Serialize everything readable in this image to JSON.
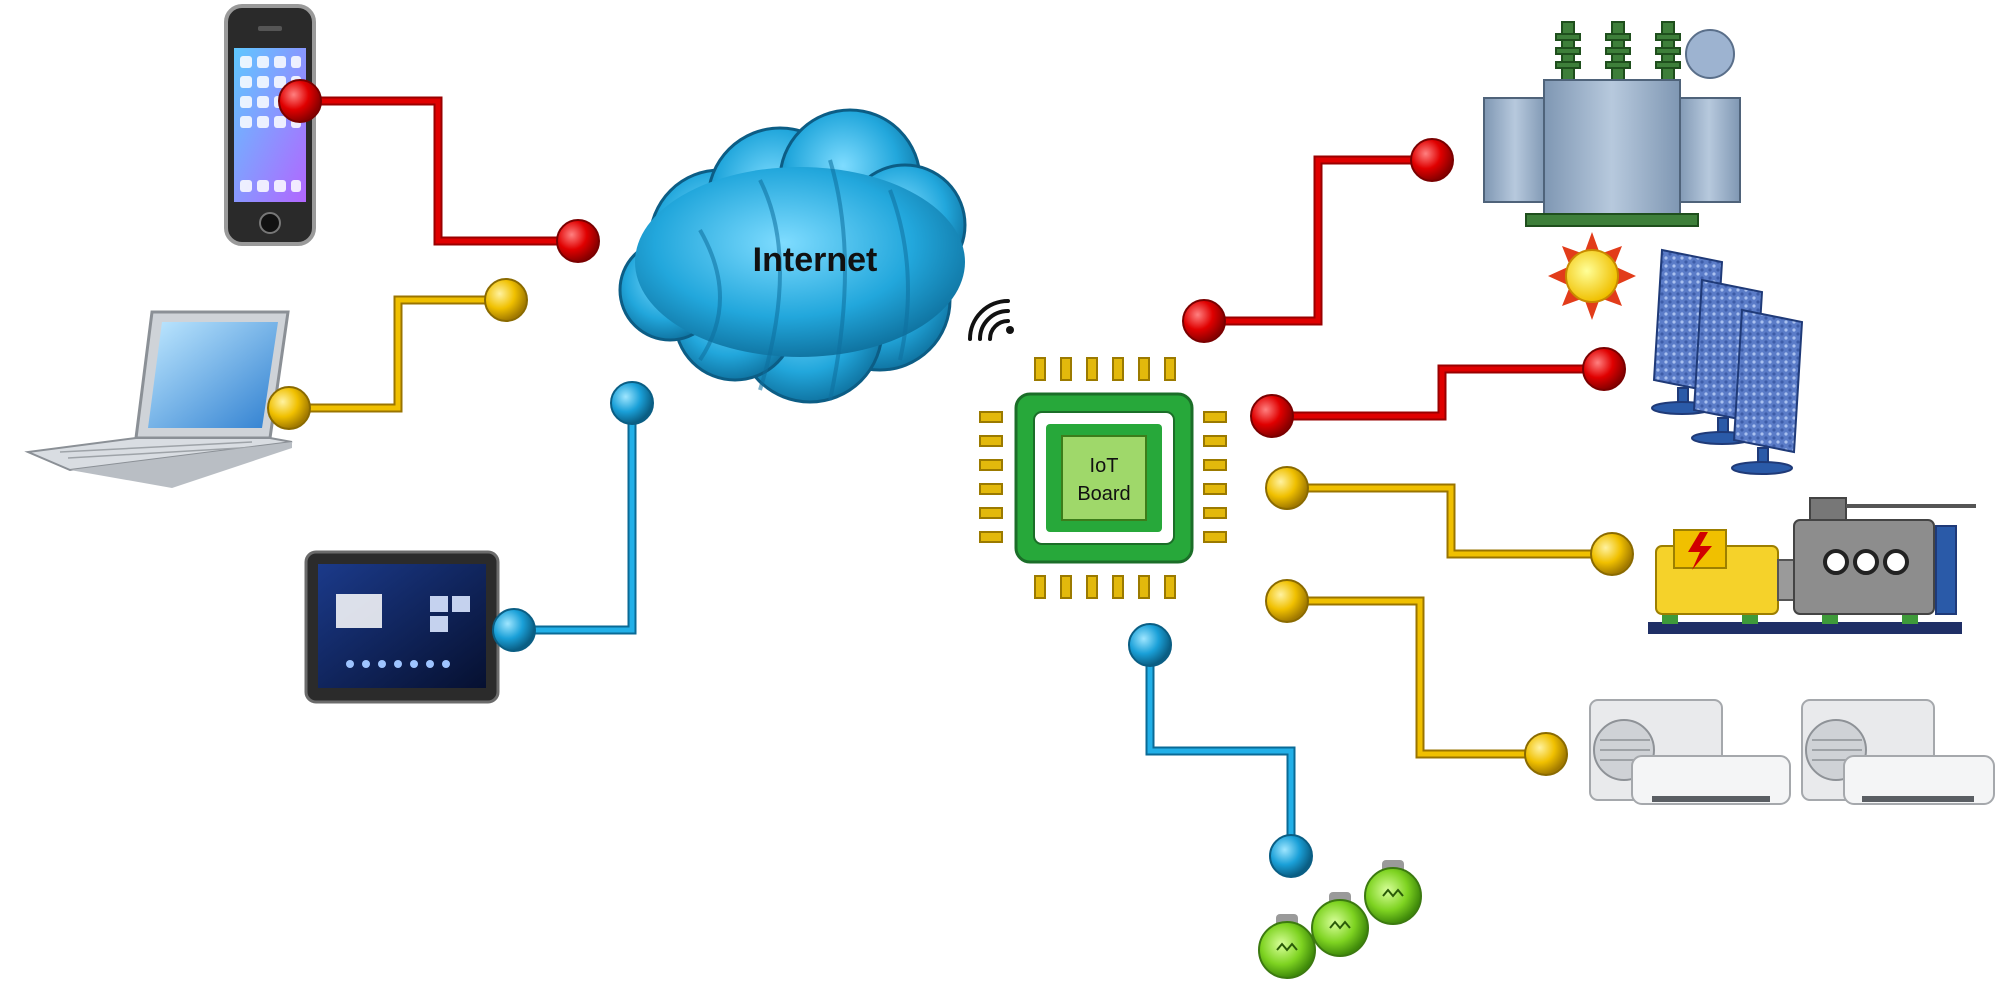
{
  "diagram": {
    "cloud_label": "Internet",
    "board_label_line1": "IoT",
    "board_label_line2": "Board"
  },
  "colors": {
    "red_link": "#d40000",
    "gold_link": "#e6b000",
    "blue_link": "#1aa0d8",
    "cloud": "#22a7dc",
    "chip_green": "#27a83a",
    "chip_pin": "#e3b90c",
    "bulb_green": "#7ed321"
  },
  "icons": {
    "left_devices": [
      "smartphone-icon",
      "laptop-icon",
      "tablet-icon"
    ],
    "right_devices": [
      "transformer-icon",
      "sun-icon",
      "solar-panel-icon",
      "generator-icon",
      "air-conditioner-icon",
      "light-bulb-icon"
    ],
    "center": [
      "cloud-icon",
      "wifi-icon",
      "chip-icon"
    ]
  }
}
